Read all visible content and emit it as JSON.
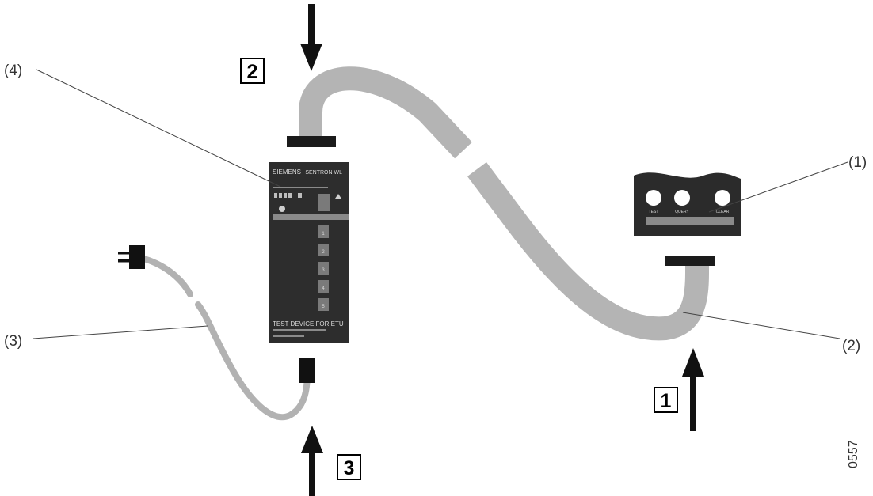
{
  "callouts": {
    "label_1": "(1)",
    "label_2": "(2)",
    "label_3": "(3)",
    "label_4": "(4)"
  },
  "steps": {
    "step_1": "1",
    "step_2": "2",
    "step_3": "3"
  },
  "device": {
    "brand": "SIEMENS",
    "model": "SENTRON WL",
    "key_labels": [
      "1",
      "2",
      "3",
      "4",
      "5"
    ],
    "caption": "TEST DEVICE FOR ETU"
  },
  "trip_unit": {
    "button_labels": [
      "TEST",
      "QUERY",
      "CLEAR"
    ]
  },
  "figure_id": "0557",
  "colors": {
    "cable": "#b4b4b4",
    "device_body": "#2d2d2d",
    "arrow": "#111111"
  }
}
